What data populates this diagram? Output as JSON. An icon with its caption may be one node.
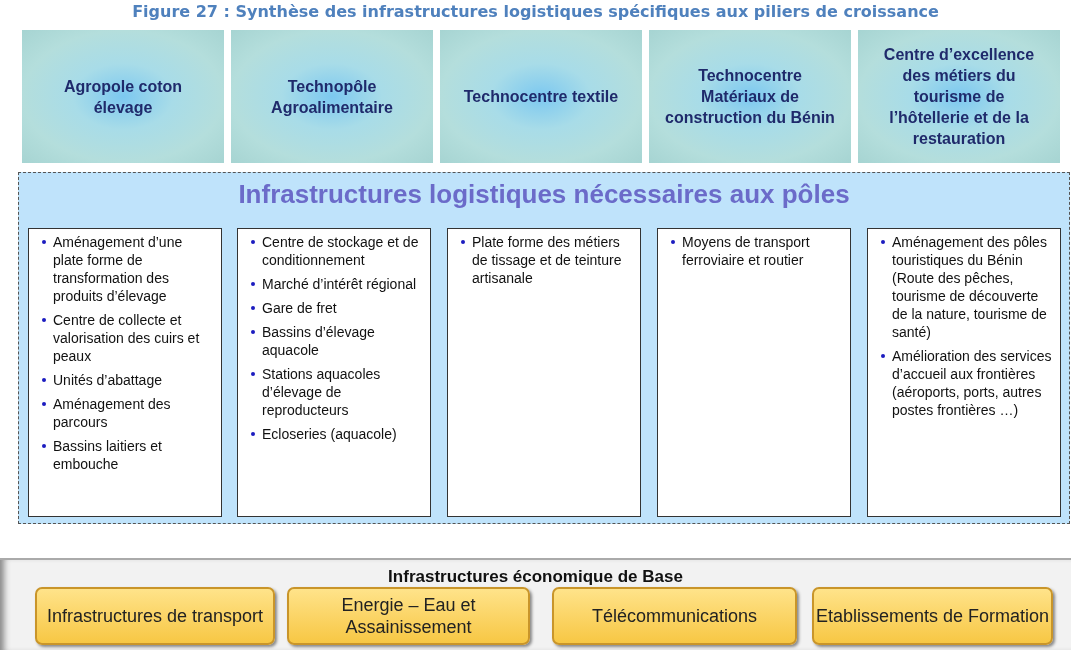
{
  "diagram": {
    "title": "Figure 27 : Synthèse des infrastructures logistiques spécifiques aux piliers de croissance",
    "nodes": [
      {
        "text": [
          "Agropole coton élevage"
        ]
      },
      {
        "text": [
          "Technopôle Agroalimentaire"
        ]
      },
      {
        "text": [
          "Technocentre textile"
        ]
      },
      {
        "text": [
          "Technocentre Matériaux de construction du Bénin"
        ]
      },
      {
        "text": [
          "Centre d’excellence des métiers du tourisme de l’hôtellerie et de la restauration"
        ]
      },
      {
        "text": [
          "Infrastructures logistiques nécessaires aux pôles"
        ]
      },
      {
        "text": [
          "Aménagement d’une plate forme de transformation des produits d’élevage",
          "Centre de collecte et valorisation des cuirs et peaux",
          "Unités d’abattage",
          "Aménagement des parcours",
          "Bassins laitiers et embouche"
        ],
        "in": 5
      },
      {
        "text": [
          "Centre de stockage et de conditionnement",
          "Marché d’intérêt régional",
          "Gare de fret",
          "Bassins d’élevage aquacole",
          "Stations aquacoles d’élevage de reproducteurs",
          "Ecloseries (aquacole)"
        ],
        "in": 5
      },
      {
        "text": [
          "Plate forme des métiers de tissage et de teinture artisanale"
        ],
        "in": 5
      },
      {
        "text": [
          "Moyens de transport ferroviaire et routier"
        ],
        "in": 5
      },
      {
        "text": [
          "Aménagement des pôles touristiques du Bénin (Route des pêches, tourisme de découverte de la nature, tourisme de santé)",
          "Amélioration des services d’accueil aux frontières (aéroports, ports, autres postes frontières …)"
        ],
        "in": 5
      },
      {
        "text": [
          "Infrastructures économique de Base"
        ]
      },
      {
        "text": [
          "Infrastructures de transport"
        ],
        "in": 11
      },
      {
        "text": [
          "Energie – Eau et Assainissement"
        ],
        "in": 11
      },
      {
        "text": [
          "Télécommunications"
        ],
        "in": 11
      },
      {
        "text": [
          "Etablissements de Formation"
        ],
        "in": 11
      }
    ],
    "edges": []
  }
}
